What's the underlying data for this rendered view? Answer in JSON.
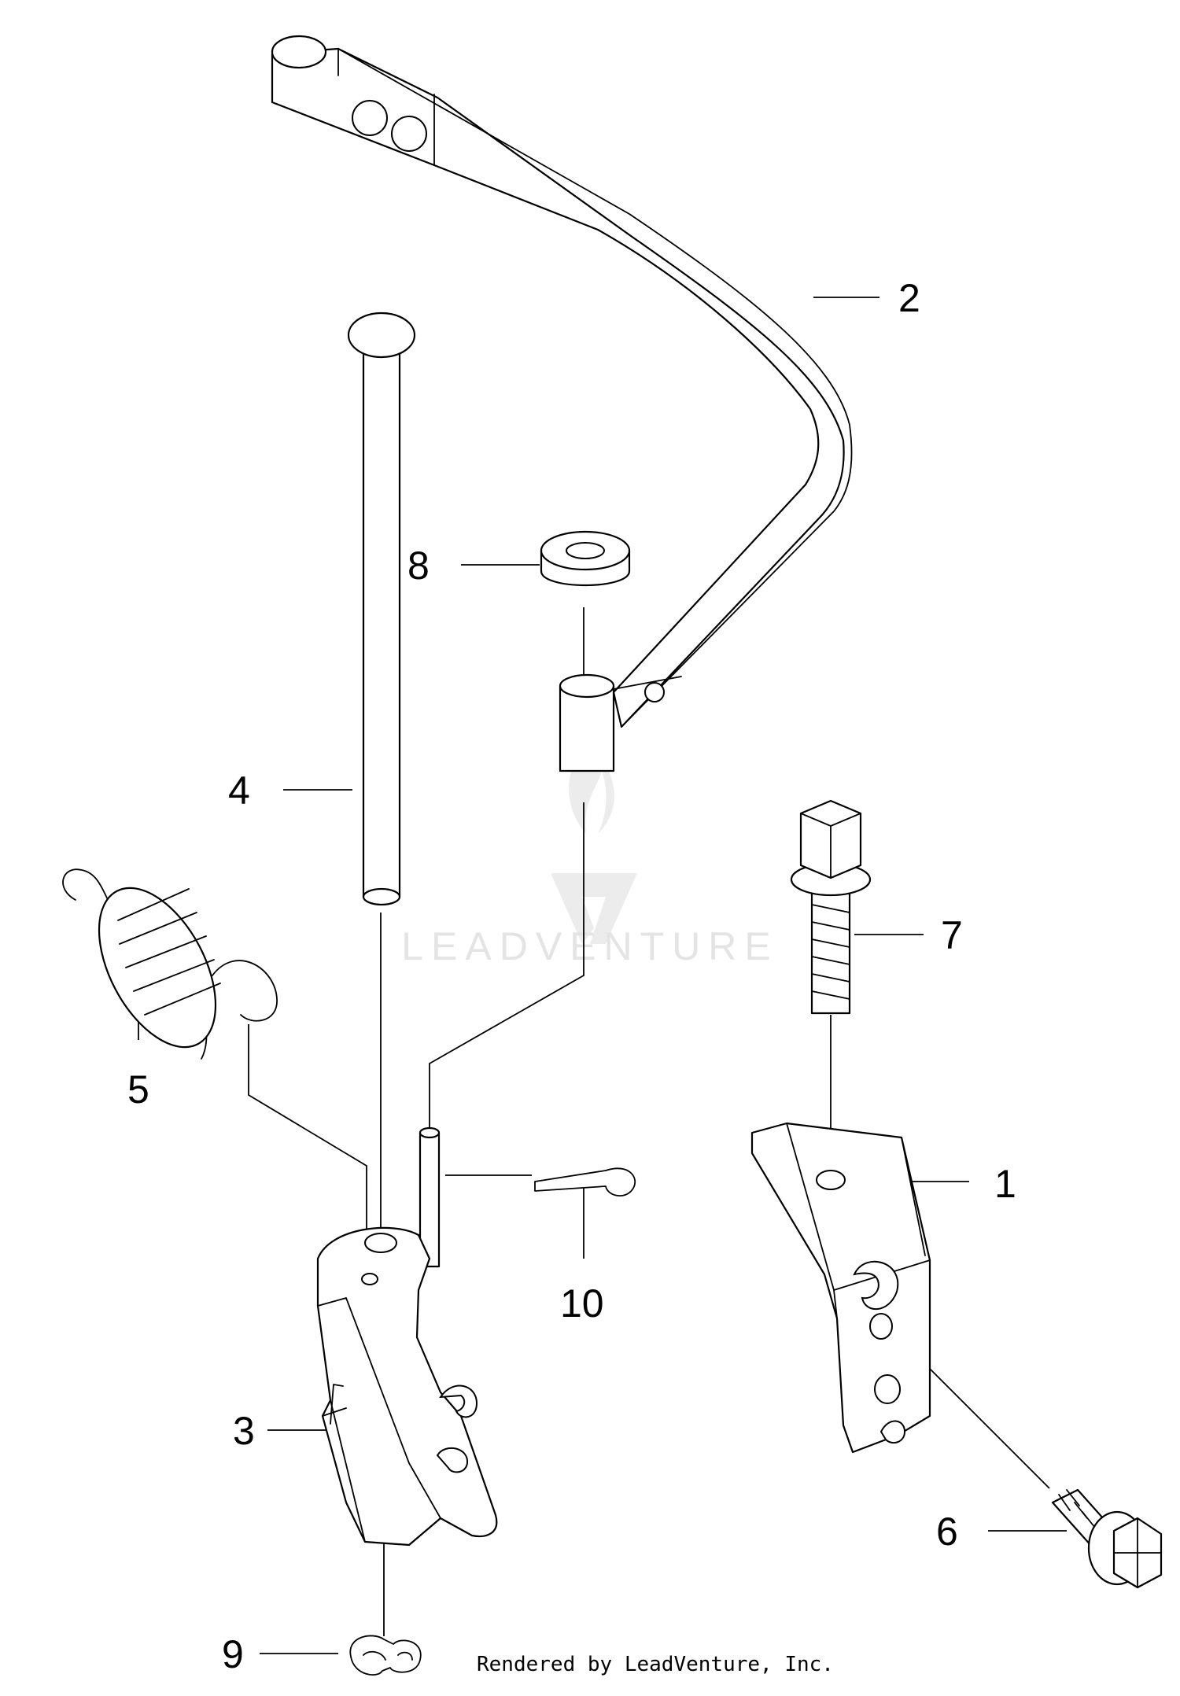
{
  "diagram": {
    "callouts": [
      {
        "id": "1",
        "label": "1"
      },
      {
        "id": "2",
        "label": "2"
      },
      {
        "id": "3",
        "label": "3"
      },
      {
        "id": "4",
        "label": "4"
      },
      {
        "id": "5",
        "label": "5"
      },
      {
        "id": "6",
        "label": "6"
      },
      {
        "id": "7",
        "label": "7"
      },
      {
        "id": "8",
        "label": "8"
      },
      {
        "id": "9",
        "label": "9"
      },
      {
        "id": "10",
        "label": "10"
      }
    ],
    "watermark": "LEADVENTURE",
    "footer": "Rendered by LeadVenture, Inc."
  },
  "colors": {
    "line": "#000000",
    "background": "#ffffff",
    "watermark": "#e4e4e4"
  }
}
